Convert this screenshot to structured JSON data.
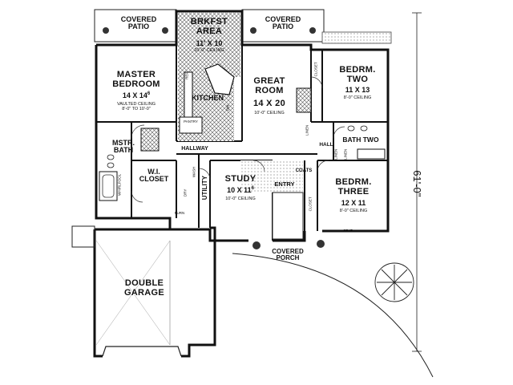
{
  "plan": {
    "rooms": {
      "covered_patio_left": "COVERED\nPATIO",
      "covered_patio_right": "COVERED\nPATIO",
      "brkfst_area": {
        "name": "BRKFST\nAREA",
        "size": "11' X 10",
        "ceiling": "10'-0\" CEILING"
      },
      "master_bedroom": {
        "name": "MASTER\nBEDROOM",
        "size": "14 X 14",
        "size_sup": "6",
        "ceiling": "VAULTED CEILING\n8'-0\" TO 10'-0\""
      },
      "great_room": {
        "name": "GREAT\nROOM",
        "size": "14 X 20",
        "ceiling": "10'-0\" CEILING"
      },
      "bedrm_two": {
        "name": "BEDRM.\nTWO",
        "size": "11 X 13",
        "ceiling": "8'-0\" CEILING"
      },
      "kitchen": "KITCHEN",
      "pantry": "PANTRY",
      "mstr_bath": "MSTR.\nBATH",
      "hallway": "HALLWAY",
      "wi_closet": "W.I.\nCLOSET",
      "utility": "UTILITY",
      "study": {
        "name": "STUDY",
        "size": "10 X 11",
        "size_sup": "6",
        "ceiling": "10'-0\" CEILING"
      },
      "entry": "ENTRY",
      "coats": "COATS",
      "bath_two": "BATH TWO",
      "hall": "HALL",
      "bedrm_three": {
        "name": "BEDRM.\nTHREE",
        "size": "12 X 11",
        "ceiling": "8'-0\" CEILING"
      },
      "covered_porch": "COVERED\nPORCH",
      "double_garage": "DOUBLE\nGARAGE"
    },
    "small_labels": {
      "closet_bedrm_two": "CLOSET",
      "closet_bedrm_three": "CLOSET",
      "linen_1": "LINEN",
      "linen_2": "LINEN",
      "linen_3": "LINEN",
      "seat": "SEAT",
      "ref": "REF",
      "dw": "DW",
      "dry": "DRY",
      "wash": "WASH",
      "furn": "FURN",
      "whirlpool": "WHIRLPOOL"
    },
    "dimension": "61'-0\""
  }
}
